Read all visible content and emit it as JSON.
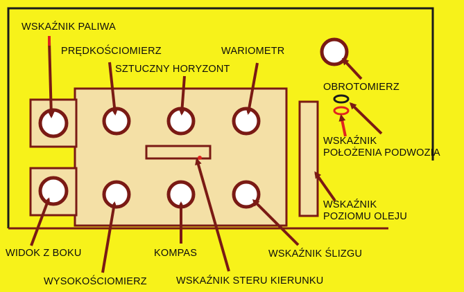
{
  "colors": {
    "background": "#f7f21a",
    "panel": "#f4e0a6",
    "panel_border": "#7a1a14",
    "instrument_fill": "#ffffff",
    "instrument_ring": "#7a1a14",
    "arrow": "#7a1a14",
    "frame": "#1a1a1a",
    "accent_red": "#e0241f",
    "text": "#0d0d0d"
  },
  "labels": {
    "fuel_gauge": "WSKAŹNIK PALIWA",
    "airspeed": "PRĘDKOŚCIOMIERZ",
    "artificial_horizon": "SZTUCZNY HORYZONT",
    "variometer": "WARIOMETR",
    "tachometer": "OBROTOMIERZ",
    "gear_indicator_line1": "WSKAŹNIK",
    "gear_indicator_line2": "POŁOŻENIA PODWOZIA",
    "oil_level_line1": "WSKAŹNIK",
    "oil_level_line2": "POZIOMU OLEJU",
    "side_view": "WIDOK Z BOKU",
    "compass": "KOMPAS",
    "slip_indicator": "WSKAŹNIK ŚLIZGU",
    "altimeter": "WYSOKOŚCIOMIERZ",
    "rudder_indicator": "WSKAŹNIK STERU KIERUNKU"
  }
}
